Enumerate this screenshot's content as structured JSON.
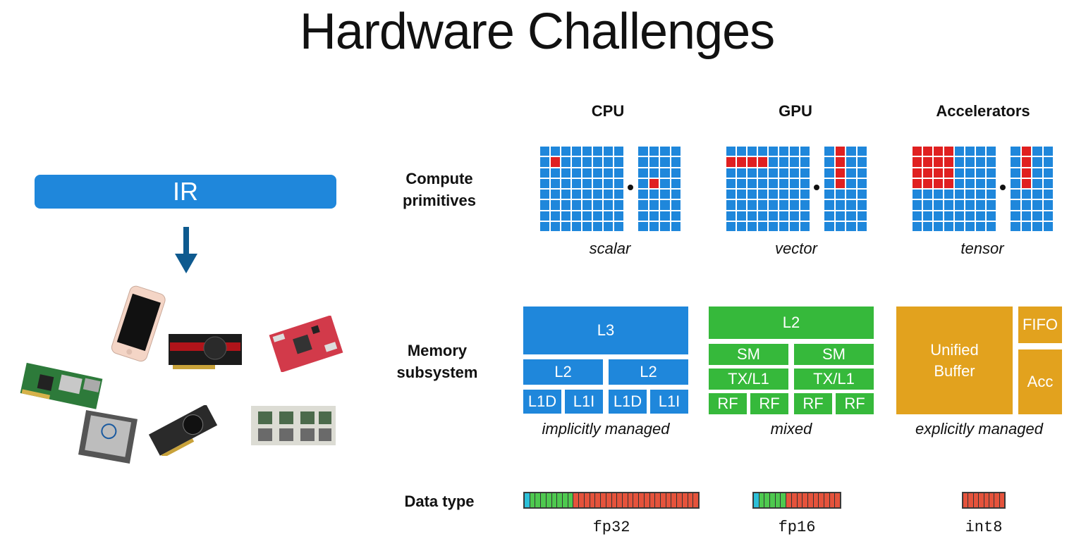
{
  "title": "Hardware Challenges",
  "ir_label": "IR",
  "columns": [
    "CPU",
    "GPU",
    "Accelerators"
  ],
  "rows": {
    "compute": [
      "Compute",
      "primitives"
    ],
    "memory": [
      "Memory",
      "subsystem"
    ],
    "datatype": "Data type"
  },
  "compute_captions": [
    "scalar",
    "vector",
    "tensor"
  ],
  "memory": {
    "cpu": {
      "top": "L3",
      "mid": [
        "L2",
        "L2"
      ],
      "bottom": [
        "L1D",
        "L1I",
        "L1D",
        "L1I"
      ],
      "caption": "implicitly managed"
    },
    "gpu": {
      "top": "L2",
      "sm": [
        "SM",
        "SM"
      ],
      "tx": [
        "TX/L1",
        "TX/L1"
      ],
      "rf": [
        "RF",
        "RF",
        "RF",
        "RF"
      ],
      "caption": "mixed"
    },
    "acc": {
      "buffer": "Unified\nBuffer",
      "fifo": "FIFO",
      "acc": "Acc",
      "caption": "explicitly managed"
    }
  },
  "datatypes": [
    {
      "label": "fp32",
      "sign": 1,
      "exponent": 8,
      "mantissa": 23
    },
    {
      "label": "fp16",
      "sign": 1,
      "exponent": 5,
      "mantissa": 10
    },
    {
      "label": "int8",
      "sign": 0,
      "exponent": 0,
      "mantissa": 8
    }
  ],
  "colors": {
    "blue": "#1f87db",
    "red": "#e02020",
    "green": "#36b93b",
    "gold": "#e2a21e"
  },
  "devices": [
    "smartphone",
    "graphics-card",
    "fpga-board",
    "raspberry-pi",
    "cpu-chip",
    "gpu-card",
    "accelerator-board"
  ]
}
